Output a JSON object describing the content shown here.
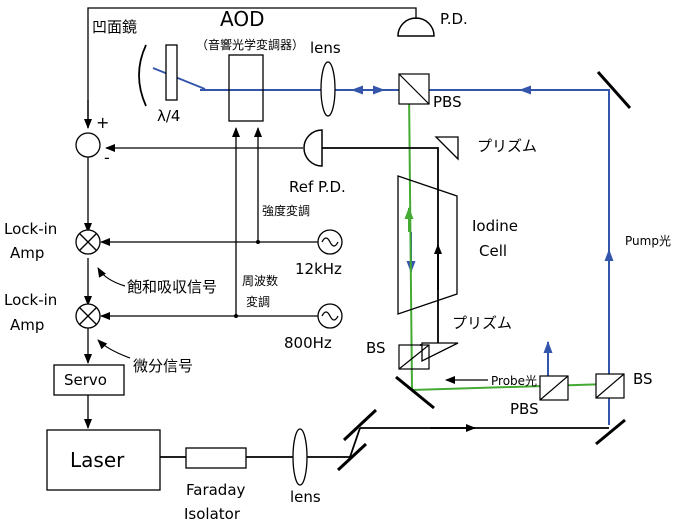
{
  "labels": {
    "concave_mirror": "凹面鏡",
    "aod": "AOD",
    "aod_sub": "（音響光学変調器）",
    "lens_top": "lens",
    "pd": "P.D.",
    "pbs_top": "PBS",
    "quarter_wave": "λ/4",
    "plus": "+",
    "minus": "-",
    "ref_pd": "Ref P.D.",
    "prism_top": "プリズム",
    "intensity_mod": "強度変調",
    "iodine_line1": "Iodine",
    "iodine_line2": "Cell",
    "pump": "Pump光",
    "lockin1_line1": "Lock-in",
    "lockin1_line2": "Amp",
    "freq_12k": "12kHz",
    "sat_signal": "飽和吸収信号",
    "freq_mod_line1": "周波数",
    "freq_mod_line2": "変調",
    "lockin2_line1": "Lock-in",
    "lockin2_line2": "Amp",
    "freq_800": "800Hz",
    "prism_bottom": "プリズム",
    "bs_left": "BS",
    "diff_signal": "微分信号",
    "servo": "Servo",
    "probe": "Probe光",
    "bs_right": "BS",
    "pbs_bottom": "PBS",
    "laser": "Laser",
    "faraday_line1": "Faraday",
    "faraday_line2": "Isolator",
    "lens_bottom": "lens"
  },
  "colors": {
    "pump_beam": "#3355aa",
    "probe_beam": "#44aa33",
    "black": "#000000"
  }
}
